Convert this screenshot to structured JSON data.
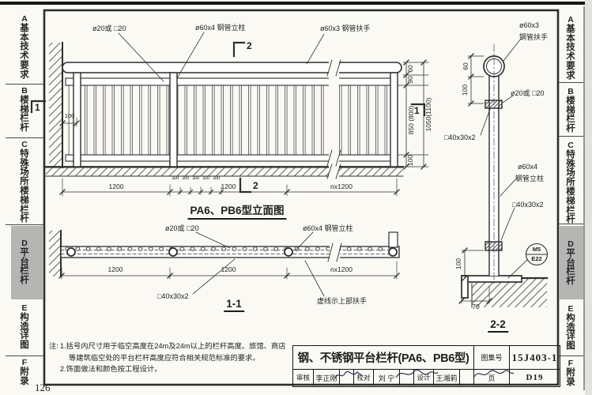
{
  "colors": {
    "page_bg": "#faf9f4",
    "line": "#2e2e2e",
    "sidebar_highlight": "#b5b5b3"
  },
  "page": {
    "number": "126"
  },
  "sidebar": {
    "items": [
      {
        "letter": "A",
        "label": "基本技术要求"
      },
      {
        "letter": "B",
        "label": "楼梯栏杆"
      },
      {
        "letter": "C",
        "label": "特殊场所楼梯栏杆"
      },
      {
        "letter": "D",
        "label": "平台栏杆"
      },
      {
        "letter": "E",
        "label": "构造详图"
      },
      {
        "letter": "F",
        "label": "附录"
      }
    ]
  },
  "elevation": {
    "title": "PA6、PB6型立面图",
    "callouts": {
      "rod": "ø20或 □20",
      "post": "ø60x4 钢管立柱",
      "handrail": "ø60x3 钢管扶手"
    },
    "marks": {
      "sec2_top": "2",
      "sec2_bottom": "2",
      "sec1_left": "1",
      "sec1_right": "1"
    },
    "dims": {
      "wall_offset": "100",
      "bay1": "1200",
      "cluster": [
        "100",
        "100",
        "100",
        "100",
        "100"
      ],
      "bay2": "1200",
      "bayn": "nx1200",
      "h60": "60",
      "h90": "90",
      "h850": "850 (800)",
      "h100": "100",
      "total": "1050(1100)"
    }
  },
  "section11": {
    "title": "1-1",
    "callouts": {
      "rod": "ø20或 □20",
      "post": "ø60x4 钢管立柱",
      "rail": "□40x30x2",
      "dashed_note": "虚线示上部扶手"
    },
    "dims": {
      "bay1": "1200",
      "bay2": "1200",
      "bayn": "nx1200"
    }
  },
  "section22": {
    "title": "2-2",
    "callouts": {
      "handrail_size": "ø60x3",
      "handrail_name": "钢管扶手",
      "rod": "ø20或 □20",
      "top_rail": "□40x30x2",
      "post_size": "ø60x4",
      "post_name": "钢管立柱",
      "bottom_rail": "□40x30x2"
    },
    "dims": {
      "d60": "60",
      "d100_top": "100",
      "d100_bottom": "100",
      "d70": "70"
    },
    "ref_bubble": {
      "top": "M5",
      "bottom": "E22"
    }
  },
  "notes": {
    "prefix": "注:",
    "items": [
      "1.括号内尺寸用于临空高度在24m及24m以上的栏杆高度。旅馆、商店等建筑临空处的平台栏杆高度应符合相关规范标准的要求。",
      "2.饰面做法和颜色按工程设计。"
    ]
  },
  "title_block": {
    "title": "钢、不锈钢平台栏杆(PA6、PB6型)",
    "atlas_label": "图集号",
    "atlas_number": "15J403-1",
    "page_label": "页",
    "page_number": "D19",
    "reviewer_label": "审核",
    "reviewer": "李正刚",
    "checker_label": "校对",
    "checker": "刘 宁",
    "designer_label": "设计",
    "designer": "王湘莉"
  }
}
